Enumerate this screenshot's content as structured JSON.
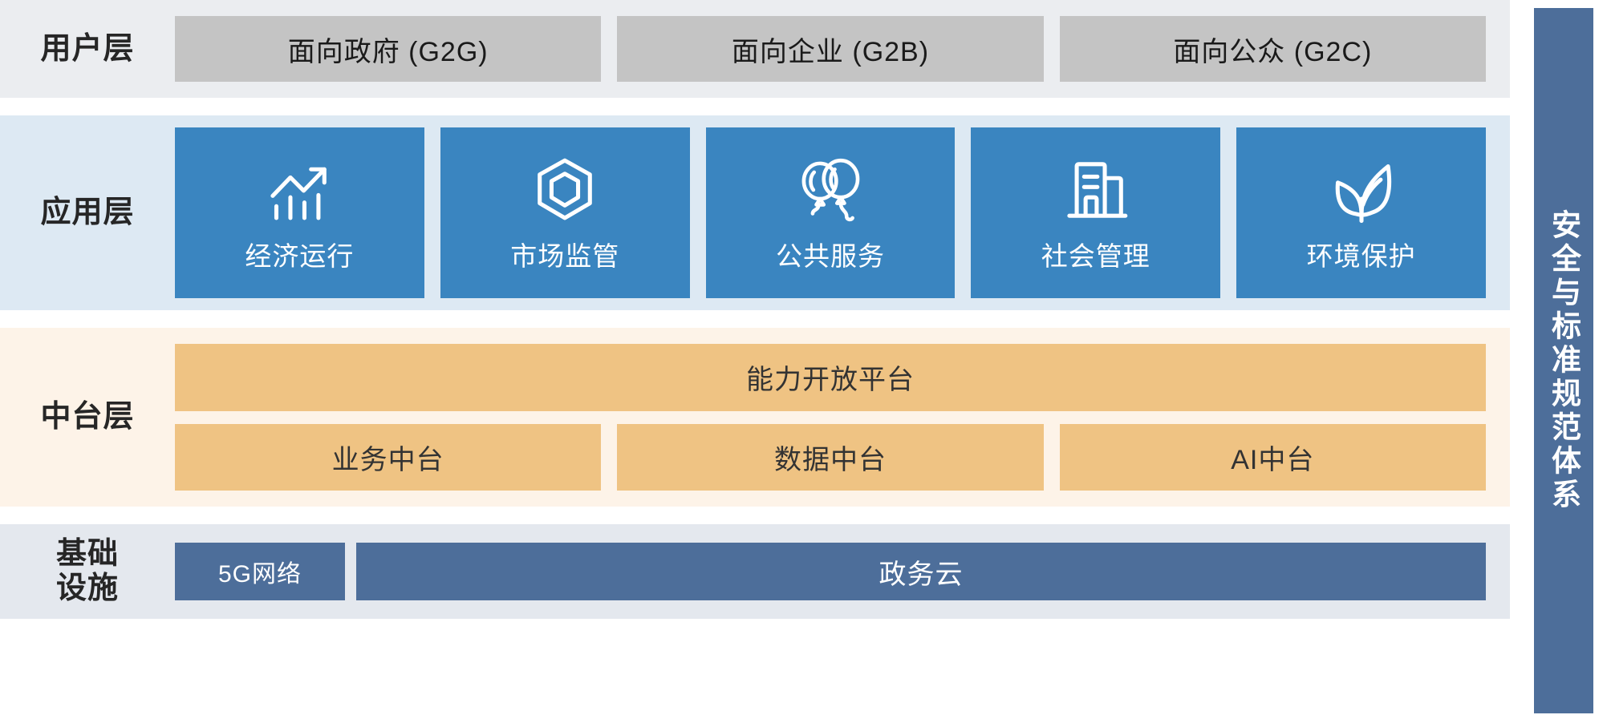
{
  "layers": {
    "user": {
      "label": "用户层",
      "boxes": [
        {
          "text": "面向政府 (G2G)"
        },
        {
          "text": "面向企业 (G2B)"
        },
        {
          "text": "面向公众 (G2C)"
        }
      ]
    },
    "application": {
      "label": "应用层",
      "cards": [
        {
          "label": "经济运行",
          "icon": "trending-chart-icon"
        },
        {
          "label": "市场监管",
          "icon": "hexagon-shield-icon"
        },
        {
          "label": "公共服务",
          "icon": "balloons-icon"
        },
        {
          "label": "社会管理",
          "icon": "building-icon"
        },
        {
          "label": "环境保护",
          "icon": "leaf-icon"
        }
      ]
    },
    "middle": {
      "label": "中台层",
      "platform": "能力开放平台",
      "boxes": [
        {
          "text": "业务中台"
        },
        {
          "text": "数据中台"
        },
        {
          "text": "AI中台"
        }
      ]
    },
    "infrastructure": {
      "label": "基础\n设施",
      "boxes": [
        {
          "text": "5G网络"
        },
        {
          "text": "政务云"
        }
      ]
    }
  },
  "security": {
    "label": "安全与标准规范体系"
  },
  "colors": {
    "user_band": "#ebedf0",
    "user_box": "#c4c4c4",
    "app_band": "#dde9f3",
    "app_card": "#3a85c0",
    "mid_band": "#fdf3e8",
    "mid_box": "#efc383",
    "infra_band": "#e4e8ee",
    "infra_box": "#4d6e9a",
    "security_bar": "#4d6e9a"
  }
}
